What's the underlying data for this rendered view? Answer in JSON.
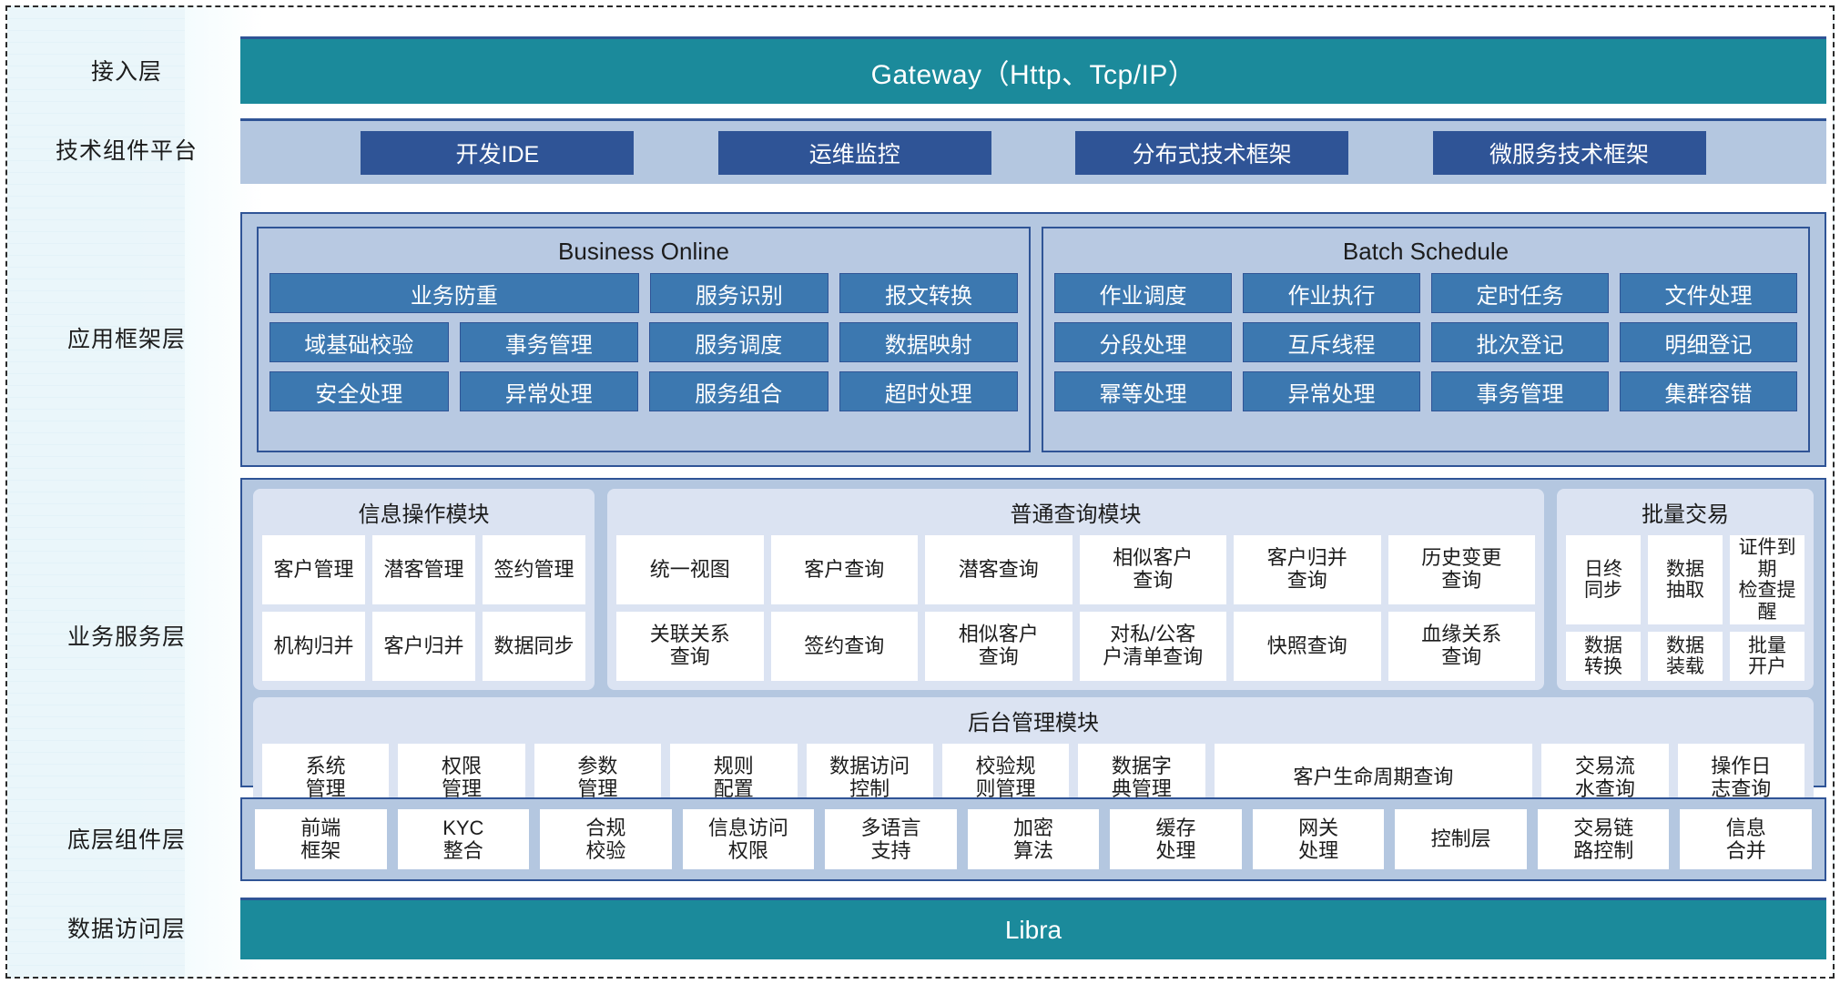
{
  "layers": [
    {
      "key": "access",
      "label": "接入层"
    },
    {
      "key": "tech",
      "label": "技术组件平台"
    },
    {
      "key": "appfw",
      "label": "应用框架层"
    },
    {
      "key": "biz",
      "label": "业务服务层"
    },
    {
      "key": "comp",
      "label": "底层组件层"
    },
    {
      "key": "data",
      "label": "数据访问层"
    }
  ],
  "access": {
    "title": "Gateway（Http、Tcp/IP）"
  },
  "tech": {
    "chips": [
      {
        "label": "开发IDE"
      },
      {
        "label": "运维监控"
      },
      {
        "label": "分布式技术框架"
      },
      {
        "label": "微服务技术框架"
      }
    ]
  },
  "appfw": {
    "online": {
      "title": "Business Online",
      "rows": [
        [
          {
            "label": "业务防重",
            "wide": true
          },
          {
            "label": "服务识别"
          },
          {
            "label": "报文转换"
          }
        ],
        [
          {
            "label": "域基础校验"
          },
          {
            "label": "事务管理"
          },
          {
            "label": "服务调度"
          },
          {
            "label": "数据映射"
          }
        ],
        [
          {
            "label": "安全处理"
          },
          {
            "label": "异常处理"
          },
          {
            "label": "服务组合"
          },
          {
            "label": "超时处理"
          }
        ]
      ]
    },
    "batch": {
      "title": "Batch Schedule",
      "rows": [
        [
          {
            "label": "作业调度"
          },
          {
            "label": "作业执行"
          },
          {
            "label": "定时任务"
          },
          {
            "label": "文件处理"
          }
        ],
        [
          {
            "label": "分段处理"
          },
          {
            "label": "互斥线程"
          },
          {
            "label": "批次登记"
          },
          {
            "label": "明细登记"
          }
        ],
        [
          {
            "label": "幂等处理"
          },
          {
            "label": "异常处理"
          },
          {
            "label": "事务管理"
          },
          {
            "label": "集群容错"
          }
        ]
      ]
    }
  },
  "biz": {
    "info_module": {
      "title": "信息操作模块",
      "rows": [
        [
          {
            "label": "客户管理"
          },
          {
            "label": "潜客管理"
          },
          {
            "label": "签约管理"
          }
        ],
        [
          {
            "label": "机构归并"
          },
          {
            "label": "客户归并"
          },
          {
            "label": "数据同步"
          }
        ]
      ]
    },
    "query_module": {
      "title": "普通查询模块",
      "rows": [
        [
          {
            "label": "统一视图"
          },
          {
            "label": "客户查询"
          },
          {
            "label": "潜客查询"
          },
          {
            "label": "相似客户\n查询"
          },
          {
            "label": "客户归并\n查询"
          },
          {
            "label": "历史变更\n查询"
          }
        ],
        [
          {
            "label": "关联关系\n查询"
          },
          {
            "label": "签约查询"
          },
          {
            "label": "相似客户\n查询"
          },
          {
            "label": "对私/公客\n户清单查询"
          },
          {
            "label": "快照查询"
          },
          {
            "label": "血缘关系\n查询"
          }
        ]
      ]
    },
    "batch_module": {
      "title": "批量交易",
      "rows": [
        [
          {
            "label": "日终\n同步"
          },
          {
            "label": "数据\n抽取"
          },
          {
            "label": "证件到期\n检查提醒"
          }
        ],
        [
          {
            "label": "数据\n转换"
          },
          {
            "label": "数据\n装载"
          },
          {
            "label": "批量\n开户"
          }
        ]
      ]
    },
    "admin_module": {
      "title": "后台管理模块",
      "cells": [
        {
          "label": "系统\n管理"
        },
        {
          "label": "权限\n管理"
        },
        {
          "label": "参数\n管理"
        },
        {
          "label": "规则\n配置"
        },
        {
          "label": "数据访问\n控制"
        },
        {
          "label": "校验规\n则管理"
        },
        {
          "label": "数据字\n典管理"
        },
        {
          "label": "客户生命周期查询",
          "wide": true
        },
        {
          "label": "交易流\n水查询"
        },
        {
          "label": "操作日\n志查询"
        }
      ]
    }
  },
  "comp": {
    "cells": [
      {
        "label": "前端\n框架"
      },
      {
        "label": "KYC\n整合"
      },
      {
        "label": "合规\n校验"
      },
      {
        "label": "信息访问\n权限"
      },
      {
        "label": "多语言\n支持"
      },
      {
        "label": "加密\n算法"
      },
      {
        "label": "缓存\n处理"
      },
      {
        "label": "网关\n处理"
      },
      {
        "label": "控制层"
      },
      {
        "label": "交易链\n路控制"
      },
      {
        "label": "信息\n合并"
      }
    ]
  },
  "data": {
    "title": "Libra"
  },
  "colors": {
    "teal": "#1b8a9b",
    "navy": "#2f5496",
    "band": "#b4c7e0",
    "cell_blue": "#3c78b0",
    "module_bg": "#dbe3f2",
    "cell_white": "#ffffff"
  }
}
